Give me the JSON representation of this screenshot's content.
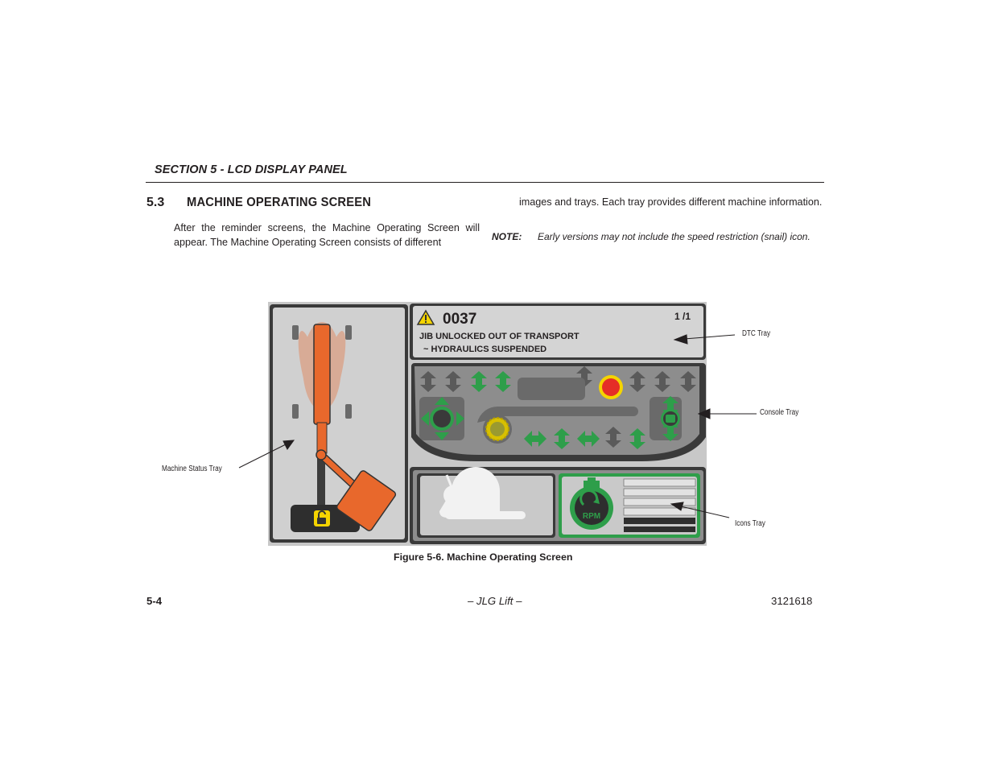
{
  "header": {
    "section": "SECTION 5 - LCD DISPLAY PANEL"
  },
  "section_heading": {
    "number": "5.3",
    "title": "Machine Operating Screen"
  },
  "body": {
    "paragraph_1": "After the reminder screens, the Machine Operating Screen will appear. The Machine Operating Screen consists of different",
    "paragraph_2": "images and trays. Each tray provides different machine information.",
    "note_label": "NOTE:",
    "note_text": "Early versions may not include the speed restriction (snail) icon."
  },
  "figure": {
    "dtc_tray": {
      "code": "0037",
      "page": "1 /1",
      "line_1": "JIB UNLOCKED OUT OF TRANSPORT",
      "line_2": "~ HYDRAULICS SUSPENDED"
    },
    "rpm_label": "RPM",
    "callouts": {
      "dtc": "DTC Tray",
      "console": "Console Tray",
      "machine_status": "Machine Status  Tray",
      "icons": "Icons  Tray"
    },
    "colors": {
      "orange": "#e8682c",
      "green": "#2e9e4a",
      "red": "#e52d27",
      "gray": "#c9c9c9",
      "yellow": "#f5d400"
    },
    "icon_names": [
      "warning-icon",
      "snail-icon",
      "rpm-icon",
      "unlock-icon",
      "arrow-icon"
    ]
  },
  "caption": "Figure 5-6. Machine Operating Screen",
  "footer": {
    "page": "5-4",
    "center": "– JLG Lift –",
    "doc_number": "3121618"
  }
}
